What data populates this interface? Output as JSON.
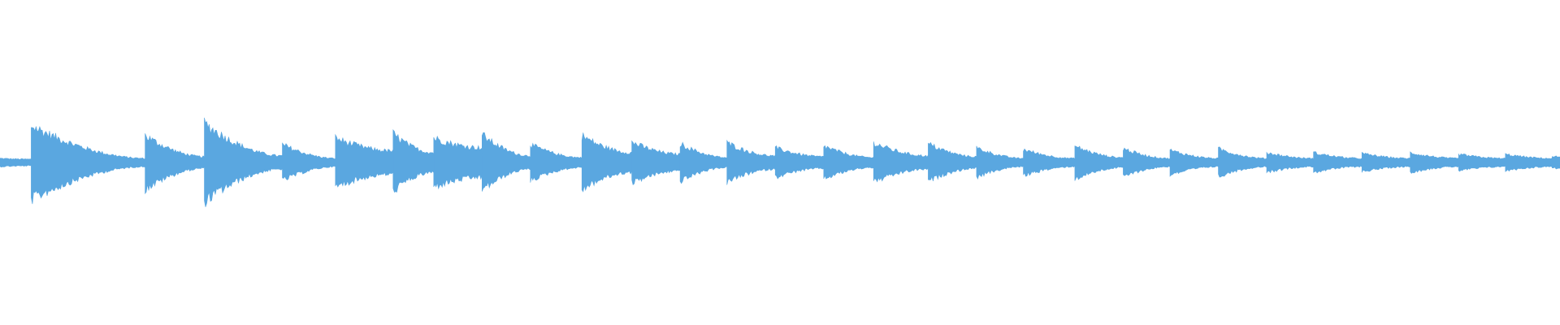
{
  "waveform": {
    "color": "#5aa7e0",
    "background": "#ffffff",
    "baseline_amplitude": 0.05,
    "segments": [
      {
        "start": 0.0,
        "end": 0.02,
        "peak": 0.05,
        "tail": 0.04
      },
      {
        "start": 0.02,
        "end": 0.093,
        "peak": 0.45,
        "tail": 0.05
      },
      {
        "start": 0.093,
        "end": 0.131,
        "peak": 0.33,
        "tail": 0.07
      },
      {
        "start": 0.131,
        "end": 0.181,
        "peak": 0.48,
        "tail": 0.08
      },
      {
        "start": 0.181,
        "end": 0.215,
        "peak": 0.22,
        "tail": 0.05
      },
      {
        "start": 0.215,
        "end": 0.252,
        "peak": 0.3,
        "tail": 0.14
      },
      {
        "start": 0.252,
        "end": 0.278,
        "peak": 0.35,
        "tail": 0.12
      },
      {
        "start": 0.278,
        "end": 0.309,
        "peak": 0.3,
        "tail": 0.18
      },
      {
        "start": 0.309,
        "end": 0.34,
        "peak": 0.34,
        "tail": 0.08
      },
      {
        "start": 0.34,
        "end": 0.373,
        "peak": 0.22,
        "tail": 0.06
      },
      {
        "start": 0.373,
        "end": 0.405,
        "peak": 0.33,
        "tail": 0.12
      },
      {
        "start": 0.405,
        "end": 0.436,
        "peak": 0.25,
        "tail": 0.1
      },
      {
        "start": 0.436,
        "end": 0.466,
        "peak": 0.23,
        "tail": 0.06
      },
      {
        "start": 0.466,
        "end": 0.497,
        "peak": 0.24,
        "tail": 0.08
      },
      {
        "start": 0.497,
        "end": 0.528,
        "peak": 0.18,
        "tail": 0.07
      },
      {
        "start": 0.528,
        "end": 0.56,
        "peak": 0.2,
        "tail": 0.06
      },
      {
        "start": 0.56,
        "end": 0.595,
        "peak": 0.24,
        "tail": 0.08
      },
      {
        "start": 0.595,
        "end": 0.626,
        "peak": 0.23,
        "tail": 0.07
      },
      {
        "start": 0.626,
        "end": 0.656,
        "peak": 0.18,
        "tail": 0.05
      },
      {
        "start": 0.656,
        "end": 0.689,
        "peak": 0.16,
        "tail": 0.05
      },
      {
        "start": 0.689,
        "end": 0.72,
        "peak": 0.2,
        "tail": 0.06
      },
      {
        "start": 0.72,
        "end": 0.75,
        "peak": 0.17,
        "tail": 0.05
      },
      {
        "start": 0.75,
        "end": 0.781,
        "peak": 0.15,
        "tail": 0.05
      },
      {
        "start": 0.781,
        "end": 0.812,
        "peak": 0.17,
        "tail": 0.05
      },
      {
        "start": 0.812,
        "end": 0.842,
        "peak": 0.12,
        "tail": 0.05
      },
      {
        "start": 0.842,
        "end": 0.873,
        "peak": 0.12,
        "tail": 0.05
      },
      {
        "start": 0.873,
        "end": 0.904,
        "peak": 0.11,
        "tail": 0.05
      },
      {
        "start": 0.904,
        "end": 0.935,
        "peak": 0.12,
        "tail": 0.05
      },
      {
        "start": 0.935,
        "end": 0.965,
        "peak": 0.1,
        "tail": 0.05
      },
      {
        "start": 0.965,
        "end": 0.995,
        "peak": 0.1,
        "tail": 0.05
      },
      {
        "start": 0.995,
        "end": 1.0,
        "peak": 0.07,
        "tail": 0.07
      }
    ]
  }
}
